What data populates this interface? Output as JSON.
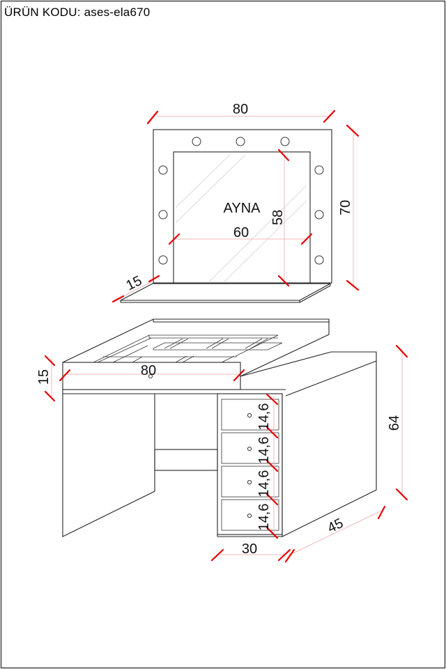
{
  "header": {
    "product_code": "ÜRÜN KODU: ases-ela670"
  },
  "mirror": {
    "label": "AYNA",
    "width": "80",
    "height": "70",
    "glass_width": "60",
    "glass_height": "58",
    "shelf_depth": "15"
  },
  "table": {
    "top_width": "80",
    "top_height": "15",
    "total_height": "64",
    "depth": "45",
    "cabinet_width": "30",
    "drawer_heights": [
      "14,6",
      "14,6",
      "14,6",
      "14,6"
    ]
  },
  "colors": {
    "dimension_tick": "#e60000",
    "dimension_line": "#f3b8b8",
    "outline": "#222222"
  }
}
